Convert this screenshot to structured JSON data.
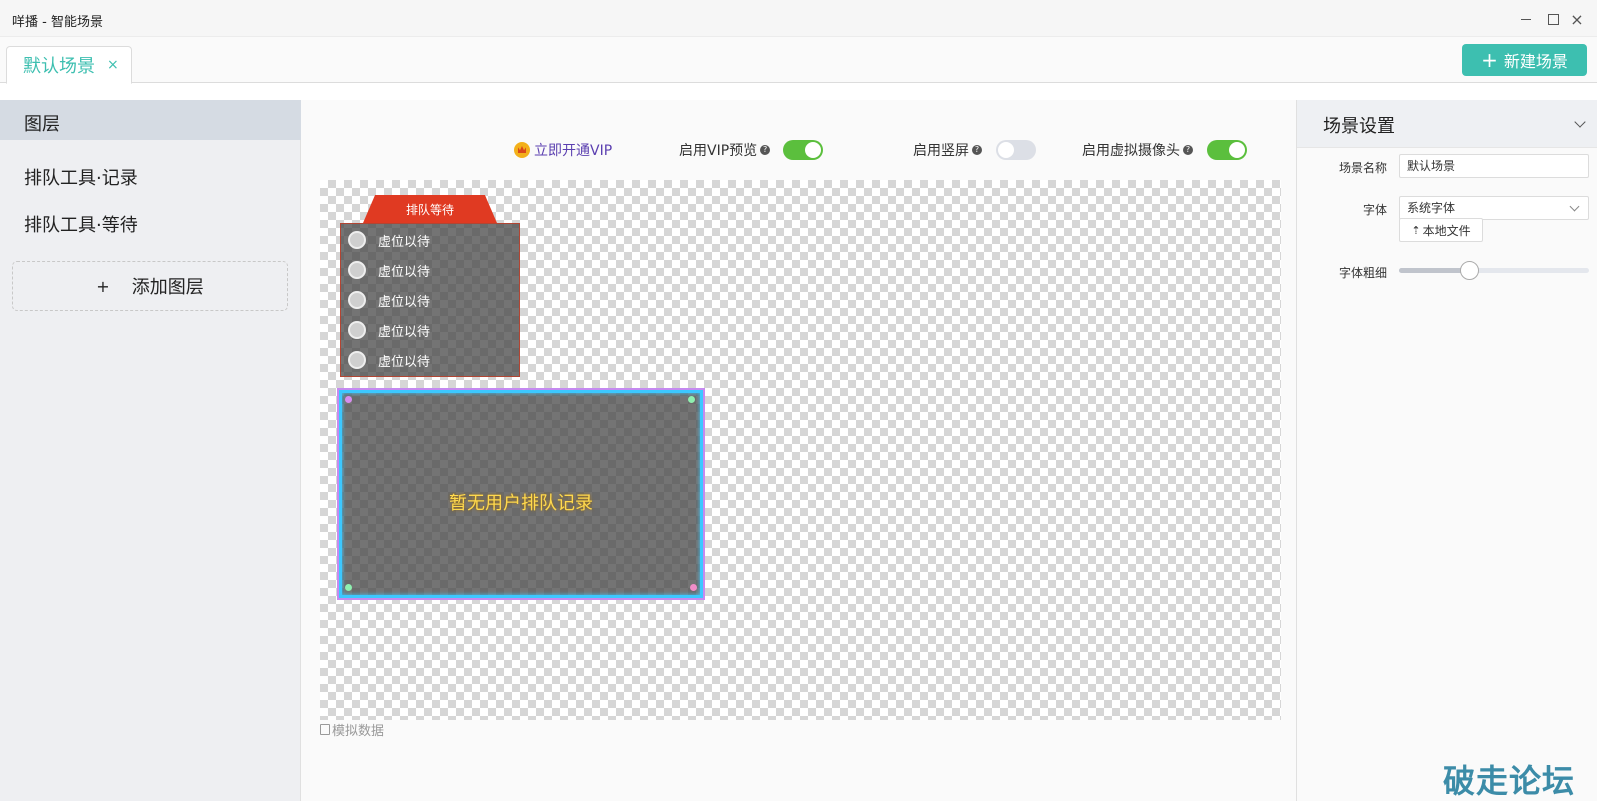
{
  "window": {
    "title": "咩播 - 智能场景"
  },
  "tabs": [
    {
      "label": "默认场景",
      "close": "×"
    }
  ],
  "header": {
    "new_scene_label": "新建场景",
    "new_scene_plus": "+"
  },
  "layers_panel": {
    "title": "图层",
    "items": [
      {
        "label": "排队工具·记录"
      },
      {
        "label": "排队工具·等待"
      }
    ],
    "add_label": "添加图层",
    "add_plus": "+"
  },
  "toolbar": {
    "vip_link": "立即开通VIP",
    "vip_preview_label": "启用VIP预览",
    "vip_preview_on": true,
    "portrait_label": "启用竖屏",
    "portrait_on": false,
    "virtual_cam_label": "启用虚拟摄像头",
    "virtual_cam_on": true,
    "help_mark": "?"
  },
  "canvas": {
    "queue_widget": {
      "tab_label": "排队等待",
      "rows": [
        "虚位以待",
        "虚位以待",
        "虚位以待",
        "虚位以待",
        "虚位以待"
      ]
    },
    "record_widget": {
      "empty_text": "暂无用户排队记录"
    },
    "mock_data_label": "模拟数据"
  },
  "settings_panel": {
    "title": "场景设置",
    "scene_name_label": "场景名称",
    "scene_name_value": "默认场景",
    "font_label": "字体",
    "font_value": "系统字体",
    "local_file_label": "本地文件",
    "font_weight_label": "字体粗细",
    "font_weight_fraction": 0.37
  },
  "watermark": "破走论坛",
  "colors": {
    "accent": "#3dbfb0",
    "toggle_on": "#5bbf3d",
    "vip": "#5b3fb0",
    "queue_red": "#e03a22",
    "record_border": "#3cc8ff"
  }
}
